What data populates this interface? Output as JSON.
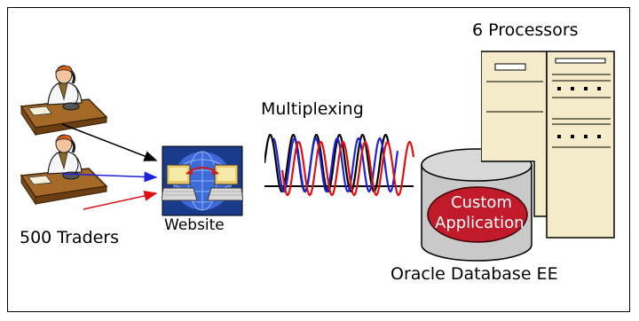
{
  "labels": {
    "processors": "6 Processors",
    "multiplexing": "Multiplexing",
    "traders": "500 Traders",
    "website": "Website",
    "database": "Oracle Database EE",
    "app_line1": "Custom",
    "app_line2": "Application"
  },
  "icons": {
    "trader": "trader-at-desk-on-phone-icon",
    "website": "website-globe-computers-icon",
    "server": "server-tower-icon",
    "database": "database-cylinder-icon"
  },
  "colors": {
    "server_fill": "#f3ebca",
    "db_fill": "#c9c9c9",
    "app_fill": "#c11a2b",
    "wave_black": "#000000",
    "wave_blue": "#1f22d8",
    "wave_red": "#e01010"
  }
}
